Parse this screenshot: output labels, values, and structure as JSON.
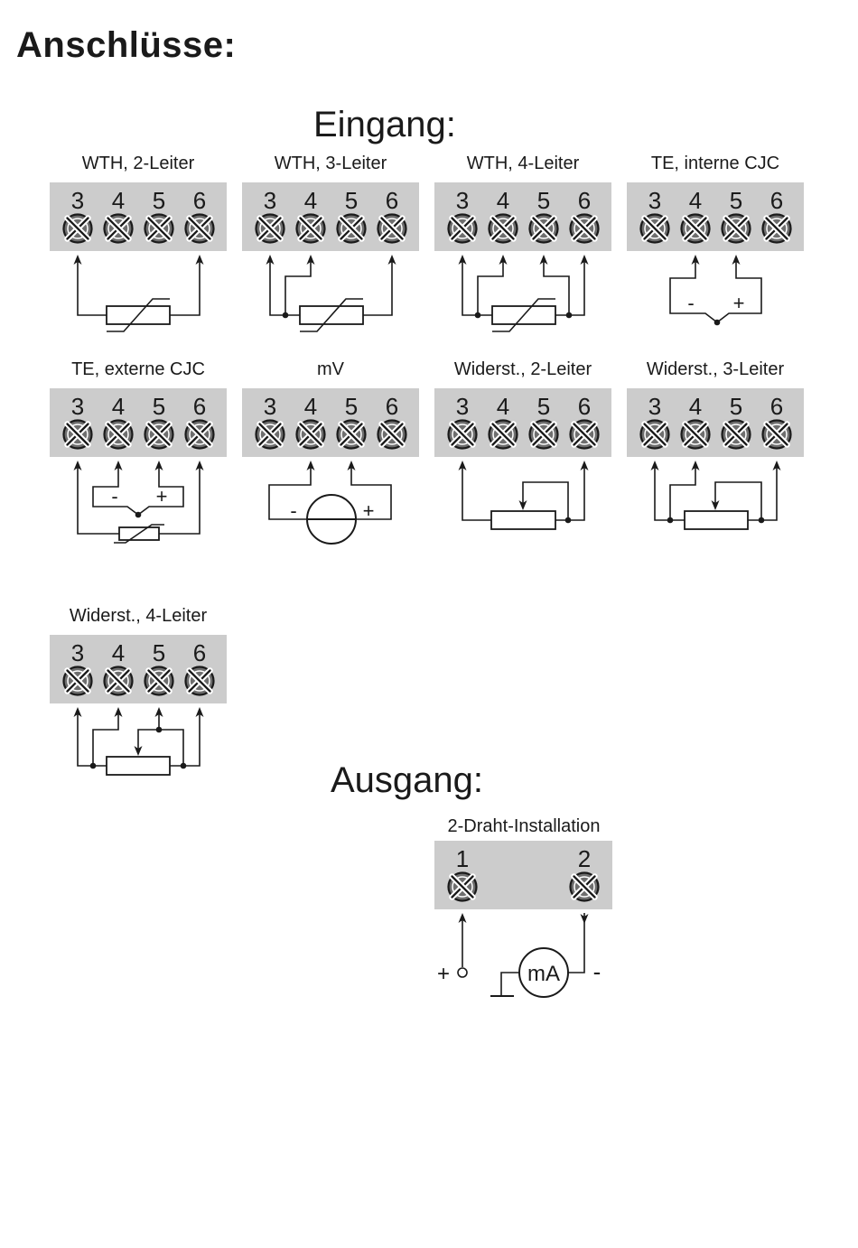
{
  "page": {
    "title": "Anschlüsse:"
  },
  "input": {
    "title": "Eingang:",
    "blocks": [
      {
        "label": "WTH, 2-Leiter",
        "terminals": [
          "3",
          "4",
          "5",
          "6"
        ]
      },
      {
        "label": "WTH, 3-Leiter",
        "terminals": [
          "3",
          "4",
          "5",
          "6"
        ]
      },
      {
        "label": "WTH, 4-Leiter",
        "terminals": [
          "3",
          "4",
          "5",
          "6"
        ]
      },
      {
        "label": "TE, interne CJC",
        "terminals": [
          "3",
          "4",
          "5",
          "6"
        ],
        "polarity": [
          "-",
          "+"
        ]
      },
      {
        "label": "TE, externe CJC",
        "terminals": [
          "3",
          "4",
          "5",
          "6"
        ],
        "polarity": [
          "-",
          "+"
        ]
      },
      {
        "label": "mV",
        "terminals": [
          "3",
          "4",
          "5",
          "6"
        ],
        "polarity": [
          "-",
          "+"
        ]
      },
      {
        "label": "Widerst., 2-Leiter",
        "terminals": [
          "3",
          "4",
          "5",
          "6"
        ]
      },
      {
        "label": "Widerst., 3-Leiter",
        "terminals": [
          "3",
          "4",
          "5",
          "6"
        ]
      },
      {
        "label": "Widerst., 4-Leiter",
        "terminals": [
          "3",
          "4",
          "5",
          "6"
        ]
      }
    ]
  },
  "output": {
    "title": "Ausgang:",
    "block": {
      "label": "2-Draht-Installation",
      "terminals": [
        "1",
        "2"
      ],
      "plus": "+",
      "minus": "-",
      "meter": "mA"
    }
  },
  "colors": {
    "terminal_panel": "#cccccc",
    "ink": "#1a1a1a",
    "screw": "#6e6e6e"
  }
}
